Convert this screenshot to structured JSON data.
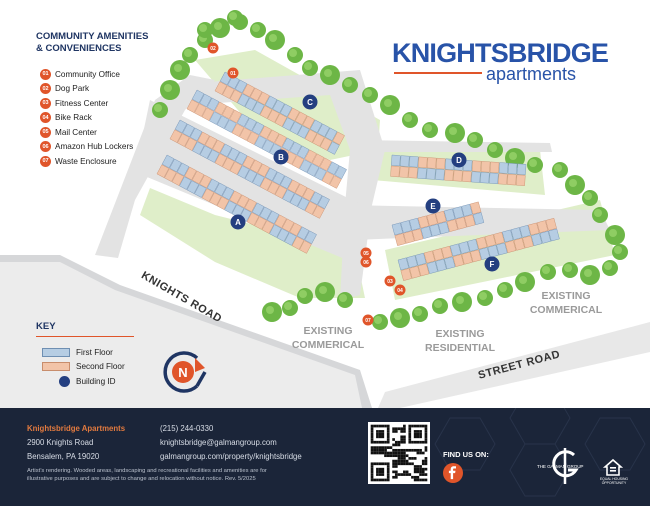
{
  "legend": {
    "title_line1": "COMMUNITY AMENITIES",
    "title_line2": "& CONVENIENCES",
    "items": [
      {
        "num": "01",
        "label": "Community Office"
      },
      {
        "num": "02",
        "label": "Dog Park"
      },
      {
        "num": "03",
        "label": "Fitness Center"
      },
      {
        "num": "04",
        "label": "Bike Rack"
      },
      {
        "num": "05",
        "label": "Mail Center"
      },
      {
        "num": "06",
        "label": "Amazon Hub Lockers"
      },
      {
        "num": "07",
        "label": "Waste Enclosure"
      }
    ]
  },
  "brand": {
    "name": "KNIGHTSBRIDGE",
    "sub": "apartments"
  },
  "key": {
    "title": "KEY",
    "first_floor": "First Floor",
    "second_floor": "Second Floor",
    "building_id": "Building ID"
  },
  "compass": {
    "letter": "N"
  },
  "map": {
    "roads": {
      "knights": "KNIGHTS ROAD",
      "street": "STREET ROAD"
    },
    "areas": {
      "commercial_left_1": "EXISTING",
      "commercial_left_2": "COMMERICAL",
      "residential_1": "EXISTING",
      "residential_2": "RESIDENTIAL",
      "commercial_right_1": "EXISTING",
      "commercial_right_2": "COMMERICAL"
    },
    "building_ids": [
      "A",
      "B",
      "C",
      "D",
      "E",
      "F"
    ],
    "markers": [
      "01",
      "02",
      "03",
      "04",
      "05",
      "06",
      "07"
    ]
  },
  "colors": {
    "first_floor": "#b6cde3",
    "second_floor": "#f2c4a8",
    "building_id": "#243f80",
    "amenity": "#e0552a",
    "brand": "#2853a8",
    "footer": "#1b2539",
    "grass": "#dfeec9",
    "trees": "#6db646"
  },
  "footer": {
    "name": "Knightsbridge Apartments",
    "address1": "2900 Knights Road",
    "address2": "Bensalem, PA 19020",
    "phone": "(215) 244-0330",
    "email": "knightsbridge@galmangroup.com",
    "url": "galmangroup.com/property/knightsbridge",
    "disclaimer1": "Artist’s rendering. Wooded areas, landscaping and recreational facilities and amenities are for",
    "disclaimer2": "illustrative purposes and are subject to change and relocation without notice. Rev. 5/2025",
    "find_us": "FIND US ON:",
    "social_icon": "facebook-icon",
    "group_name": "THE GALMAN GROUP",
    "eho": "EQUAL HOUSING OPPORTUNITY"
  }
}
